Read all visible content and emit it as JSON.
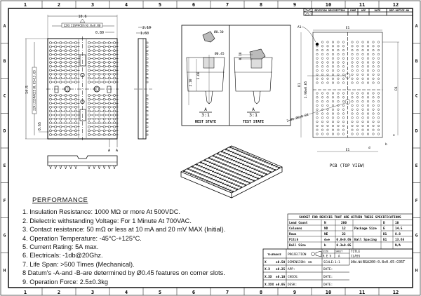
{
  "border": {
    "columns": [
      "1",
      "2",
      "3",
      "4",
      "5",
      "6",
      "7",
      "8",
      "9",
      "10",
      "11",
      "12"
    ],
    "rows": [
      "A",
      "B",
      "C",
      "D",
      "E",
      "F",
      "G",
      "H"
    ]
  },
  "revision_table": {
    "headers": [
      "REVISION DESCRIPTION",
      "CHKE",
      "APP",
      "DATE",
      "REF.NOTICE.NO"
    ],
    "rev_mark": "1"
  },
  "top_view": {
    "dim_width": "10.6",
    "dim_pitch_x": "12X(11SPACES)0.8=8.80",
    "dim_edge": "0.80",
    "dim_height": "14.5",
    "dim_pitch_y": "22X(21SPACES)0.65=13.65",
    "dim_small": "0.65",
    "section_marks": [
      "A",
      "A"
    ]
  },
  "side_view": {
    "dim_total": "2.10",
    "dim_body": "1.60"
  },
  "sections": {
    "rest": {
      "dia_top": "Ø0.30",
      "dia_pin": "Ø0.45",
      "dim_total": "2.10",
      "dim_body": "1.60",
      "label": "A",
      "scale": "3:1",
      "state": "REST STATE"
    },
    "test": {
      "dim_travel": "0.18",
      "label": "A",
      "scale": "3:1",
      "state": "TEST STATE"
    }
  },
  "pcb_view": {
    "a1_label": "A1",
    "dim_top": "E1",
    "dim_left": "D1",
    "dim_right": "D1",
    "dim_bottom": "E1",
    "dim_hole_spacing": "1.90±0.05",
    "dim_hole": "2-Ø0.80±0.02",
    "pitch_e": "e",
    "pitch_d": "d",
    "ball_b": "b",
    "caption": "PCB (TOP VIEW)"
  },
  "performance": {
    "title": "PERFORMANCE",
    "items": [
      "1. Insulation Resistance: 1000 MΩ or more At 500VDC.",
      "2. Dielectric withstanding Voltage: For 1 Minute At 700VAC.",
      "3. Contact resistance: 50 mΩ or less at 10 mA and 20 mV MAX (Initial).",
      "4. Operation Temperature: -45°C-+125°C.",
      "5. Current Rating: 5A max.",
      "6. Electricals: -1db@20Ghz.",
      "7. Life Span: >500 Times (Mechanical).",
      "8 Datum's -A-and -B-are determined by Ø0.45 features on corner slots.",
      "9. Operation Force: 2.5±0.3kg"
    ]
  },
  "spec_table": {
    "title": "SOCKET FOR DEVICES THAT ARE WITHIN THESE SPECIFICATIONS",
    "rows": [
      [
        "Lead Count",
        "N",
        "200"
      ],
      [
        "Columns",
        "ND",
        "12"
      ],
      [
        "Rows",
        "NE",
        "22"
      ],
      [
        "Pitch",
        "d=e",
        "0.8×0.65"
      ],
      [
        "Ball Size",
        "b",
        "0.3±0.05"
      ]
    ],
    "package_size_label": "Package Size",
    "ball_spacing_label": "Ball Spacing",
    "right_rows": [
      [
        "D",
        "10"
      ],
      [
        "E",
        "14.5"
      ],
      [
        "D1",
        "8.8"
      ],
      [
        "E1",
        "13.65"
      ],
      [
        "",
        "N/A"
      ]
    ]
  },
  "title_block": {
    "tolerance": "TOLERANCE",
    "tol_rows": [
      [
        "X",
        "±0.50"
      ],
      [
        "X.X",
        "±0.25"
      ],
      [
        "X.XX",
        "±0.10"
      ],
      [
        "X.XXX",
        "±0.05"
      ]
    ],
    "projection": "PROJECTION",
    "sheet": "SHEET",
    "rev_label": "R E V",
    "rev_value": "A",
    "size": "SIZE",
    "title": "TITLE",
    "class": "CLASS",
    "dimension": "DIMENSION: mm",
    "scale": "SCALE:1:1",
    "drw_no_label": "DRW.NO",
    "drw_no": "BGA200-0.8x0.65-C05T",
    "app": "APP:",
    "check": "CHECK:",
    "desk": "DESK:",
    "date": "DATE:"
  }
}
